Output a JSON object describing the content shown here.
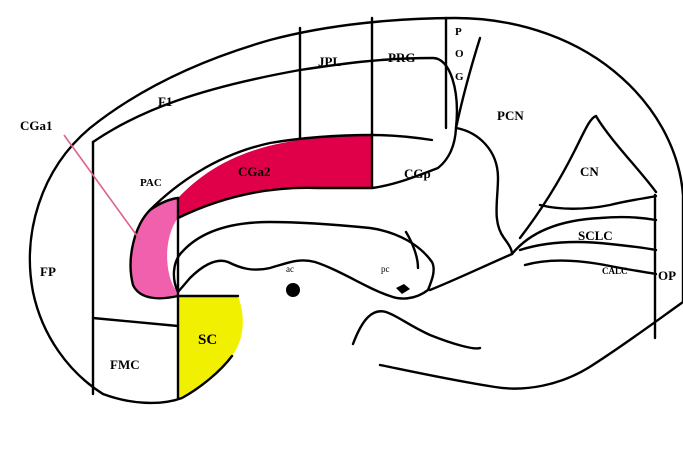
{
  "regions": {
    "cga1": "CGa1",
    "f1": "F1",
    "jpl": "JPL",
    "prg": "PRG",
    "pog": [
      "P",
      "O",
      "G"
    ],
    "pcn": "PCN",
    "pac": "PAC",
    "cga2": "CGa2",
    "cgp": "CGp",
    "cn": "CN",
    "fp": "FP",
    "ac": "ac",
    "pc": "pc",
    "sclc": "SCLC",
    "calc": "CALC",
    "op": "OP",
    "sc": "SC",
    "fmc": "FMC"
  },
  "colors": {
    "cga2": "#e0004a",
    "cga1": "#f060ac",
    "sc": "#f0f000",
    "cga1_pointer": "#e06090",
    "outline": "#000000"
  }
}
